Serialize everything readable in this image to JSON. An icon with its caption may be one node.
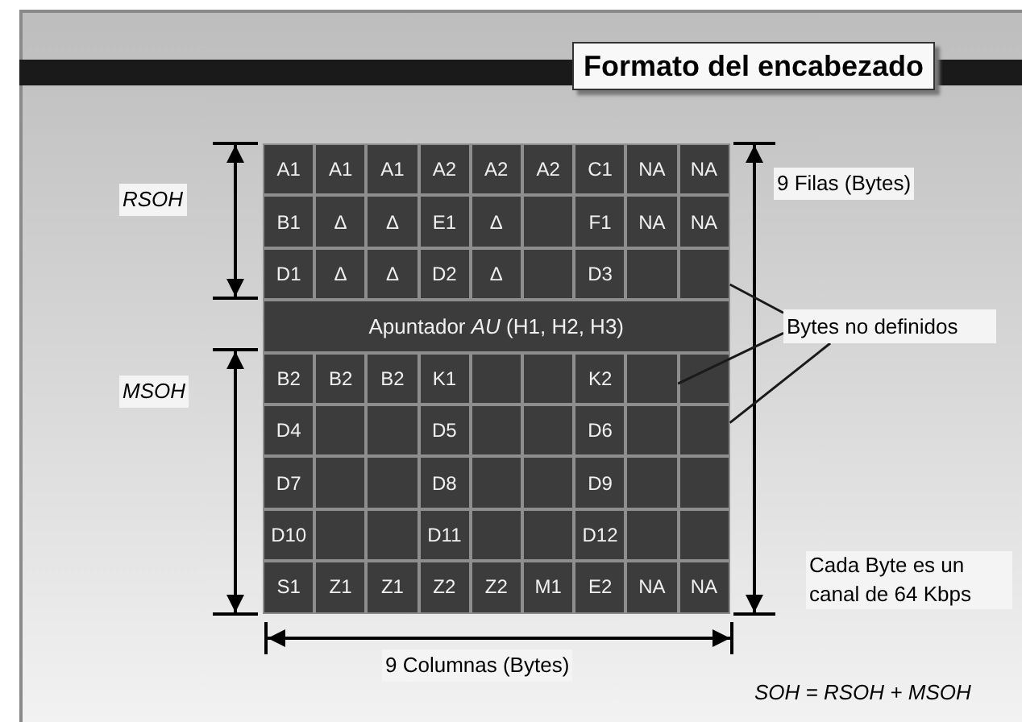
{
  "diagram": {
    "title": "Formato del encabezado",
    "nodes": [
      {
        "text": [
          "Bytes no definidos"
        ]
      },
      {
        "text": [],
        "shape": "box"
      },
      {
        "text": [],
        "shape": "box"
      },
      {
        "text": [],
        "shape": "box"
      }
    ],
    "edges": [
      {
        "from": 0,
        "to": 1,
        "arrow": "none"
      },
      {
        "from": 0,
        "to": 2,
        "arrow": "none"
      },
      {
        "from": 0,
        "to": 3,
        "arrow": "none"
      }
    ],
    "labels": [
      "A1",
      "A1",
      "A1",
      "A2",
      "A2",
      "A2",
      "C1",
      "NA",
      "NA",
      "B1",
      "Δ",
      "Δ",
      "E1",
      "Δ",
      "F1",
      "NA",
      "NA",
      "D1",
      "Δ",
      "Δ",
      "D2",
      "Δ",
      "D3",
      "Apuntador *AU* (H1, H2, H3)",
      "B2",
      "B2",
      "B2",
      "K1",
      "K2",
      "D4",
      "D5",
      "D6",
      "D7",
      "D8",
      "D9",
      "D10",
      "D11",
      "D12",
      "S1",
      "Z1",
      "Z1",
      "Z2",
      "Z2",
      "M1",
      "E2",
      "NA",
      "NA",
      "RSOH",
      "MSOH",
      "9 Filas (Bytes)",
      "Cada Byte es un canal de 64 Kbps",
      "9 Columnas (Bytes)",
      "SOH = RSOH + MSOH"
    ]
  }
}
